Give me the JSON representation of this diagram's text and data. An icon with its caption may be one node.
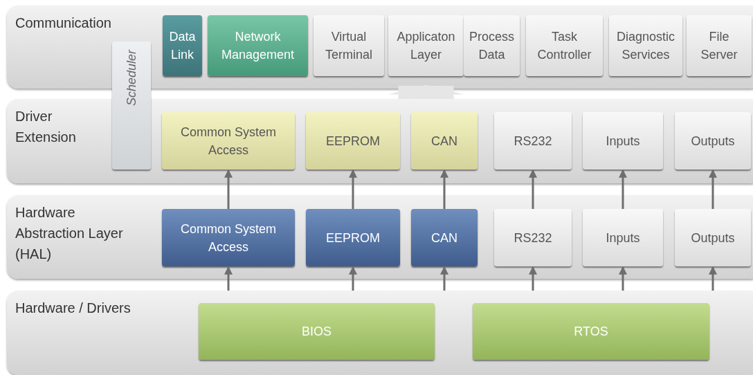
{
  "diagram": {
    "nodes": [
      {
        "text": [
          "Communication"
        ]
      },
      {
        "text": [
          "Data Link"
        ],
        "in": 0
      },
      {
        "text": [
          "Network Management"
        ],
        "in": 0
      },
      {
        "text": [
          "Virtual Terminal"
        ],
        "in": 0
      },
      {
        "text": [
          "Applicaton Layer"
        ],
        "in": 0
      },
      {
        "text": [
          "Process Data"
        ],
        "in": 0
      },
      {
        "text": [
          "Task Controller"
        ],
        "in": 0
      },
      {
        "text": [
          "Diagnostic Services"
        ],
        "in": 0
      },
      {
        "text": [
          "File Server"
        ],
        "in": 0
      },
      {
        "text": [
          "Driver Extension"
        ]
      },
      {
        "text": [
          "Scheduler"
        ]
      },
      {
        "text": [
          "Common System Access"
        ],
        "in": 9
      },
      {
        "text": [
          "EEPROM"
        ],
        "in": 9
      },
      {
        "text": [
          "CAN"
        ],
        "in": 9
      },
      {
        "text": [
          "RS232"
        ],
        "in": 9
      },
      {
        "text": [
          "Inputs"
        ],
        "in": 9
      },
      {
        "text": [
          "Outputs"
        ],
        "in": 9
      },
      {
        "text": [
          "Hardware Abstraction Layer (HAL)"
        ]
      },
      {
        "text": [
          "Common System Access"
        ],
        "in": 17
      },
      {
        "text": [
          "EEPROM"
        ],
        "in": 17
      },
      {
        "text": [
          "CAN"
        ],
        "in": 17
      },
      {
        "text": [
          "RS232"
        ],
        "in": 17
      },
      {
        "text": [
          "Inputs"
        ],
        "in": 17
      },
      {
        "text": [
          "Outputs"
        ],
        "in": 17
      },
      {
        "text": [
          "Hardware / Drivers"
        ]
      },
      {
        "text": [
          "BIOS"
        ],
        "in": 24
      },
      {
        "text": [
          "RTOS"
        ],
        "in": 24
      }
    ],
    "edges": [
      {
        "from": 9,
        "to": 4,
        "arrow": "to",
        "style": "thick",
        "color": "#e6e6e6"
      },
      {
        "from": 18,
        "to": 11,
        "arrow": "to"
      },
      {
        "from": 19,
        "to": 12,
        "arrow": "to"
      },
      {
        "from": 20,
        "to": 13,
        "arrow": "to"
      },
      {
        "from": 21,
        "to": 14,
        "arrow": "to"
      },
      {
        "from": 22,
        "to": 15,
        "arrow": "to"
      },
      {
        "from": 23,
        "to": 16,
        "arrow": "to"
      },
      {
        "from": 24,
        "to": 18,
        "arrow": "to"
      },
      {
        "from": 24,
        "to": 19,
        "arrow": "to"
      },
      {
        "from": 24,
        "to": 20,
        "arrow": "to"
      },
      {
        "from": 24,
        "to": 21,
        "arrow": "to"
      },
      {
        "from": 24,
        "to": 22,
        "arrow": "to"
      },
      {
        "from": 24,
        "to": 23,
        "arrow": "to"
      }
    ]
  }
}
